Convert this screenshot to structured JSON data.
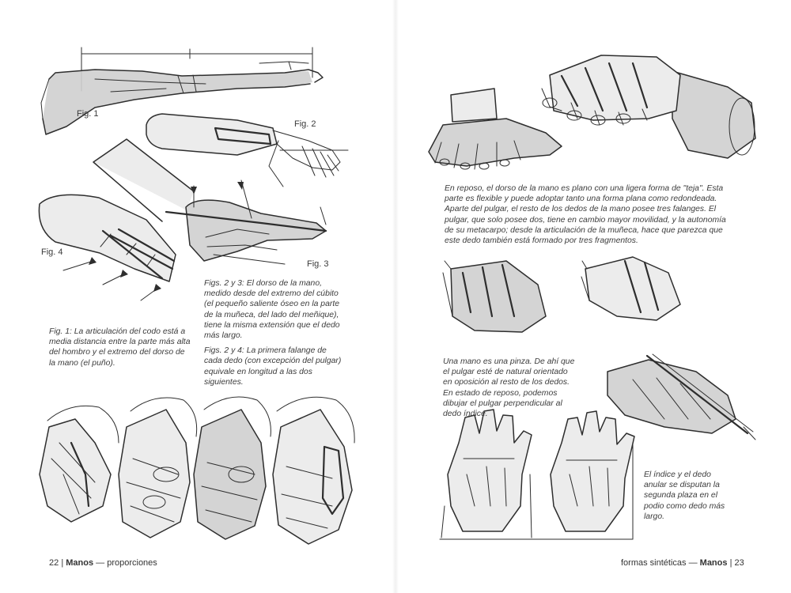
{
  "left_page": {
    "figure_labels": {
      "fig1": "Fig. 1",
      "fig2": "Fig. 2",
      "fig3": "Fig. 3",
      "fig4": "Fig. 4"
    },
    "caption_fig1": "Fig. 1: La articulación del codo está a media distancia entre la parte más alta del hombro y el extremo del dorso de la mano (el puño).",
    "caption_figs23": "Figs. 2 y 3: El dorso de la mano, medido desde del extremo del cúbito (el pequeño saliente óseo en la parte de la muñeca, del lado del meñique), tiene la misma extensión que el dedo más largo.",
    "caption_figs24": "Figs. 2 y 4: La primera falange de cada dedo (con excepción del pulgar) equivale en longitud a las dos siguientes.",
    "folio": {
      "number": "22",
      "separator": "|",
      "chapter": "Manos",
      "dash": "—",
      "section": "proporciones"
    }
  },
  "right_page": {
    "caption_rest": "En reposo, el dorso de la mano es plano con una ligera forma de \"teja\". Esta parte es flexible y puede adoptar tanto una forma plana como redondeada. Aparte del pulgar, el resto de los dedos de la mano posee tres falanges. El pulgar, que solo posee dos, tiene en cambio mayor movilidad, y la autonomía de su metacarpo; desde la articulación de la muñeca, hace que parezca que este dedo también está formado por tres fragmentos.",
    "caption_pinza": "Una mano es una pinza. De ahí que el pulgar esté de natural orientado en oposición al resto de los dedos. En estado de reposo, podemos dibujar el pulgar perpendicular al dedo índice.",
    "caption_indice": "El índice y el dedo anular se disputan la segunda plaza en el podio como dedo más largo.",
    "folio": {
      "section": "formas sintéticas",
      "dash": "—",
      "chapter": "Manos",
      "separator": "|",
      "number": "23"
    }
  }
}
